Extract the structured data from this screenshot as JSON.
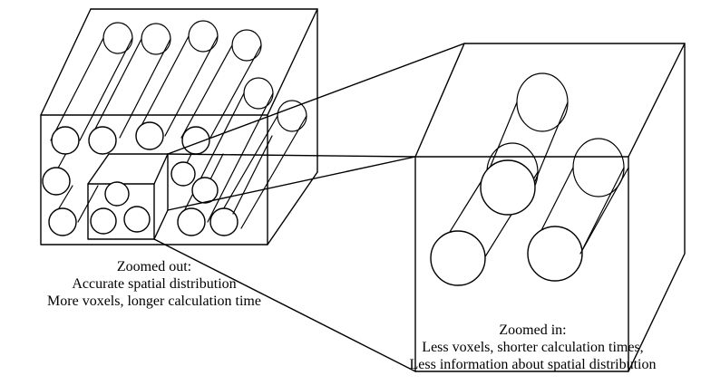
{
  "captions": {
    "zoomed_out": {
      "line1": "Zoomed out:",
      "line2": "Accurate spatial distribution",
      "line3": "More voxels, longer calculation time"
    },
    "zoomed_in": {
      "line1": "Zoomed in:",
      "line2": "Less voxels, shorter calculation times,",
      "line3": "Less information about spatial distribution"
    }
  },
  "colors": {
    "line": "#000000",
    "background": "#ffffff",
    "fill": "#ffffff"
  }
}
